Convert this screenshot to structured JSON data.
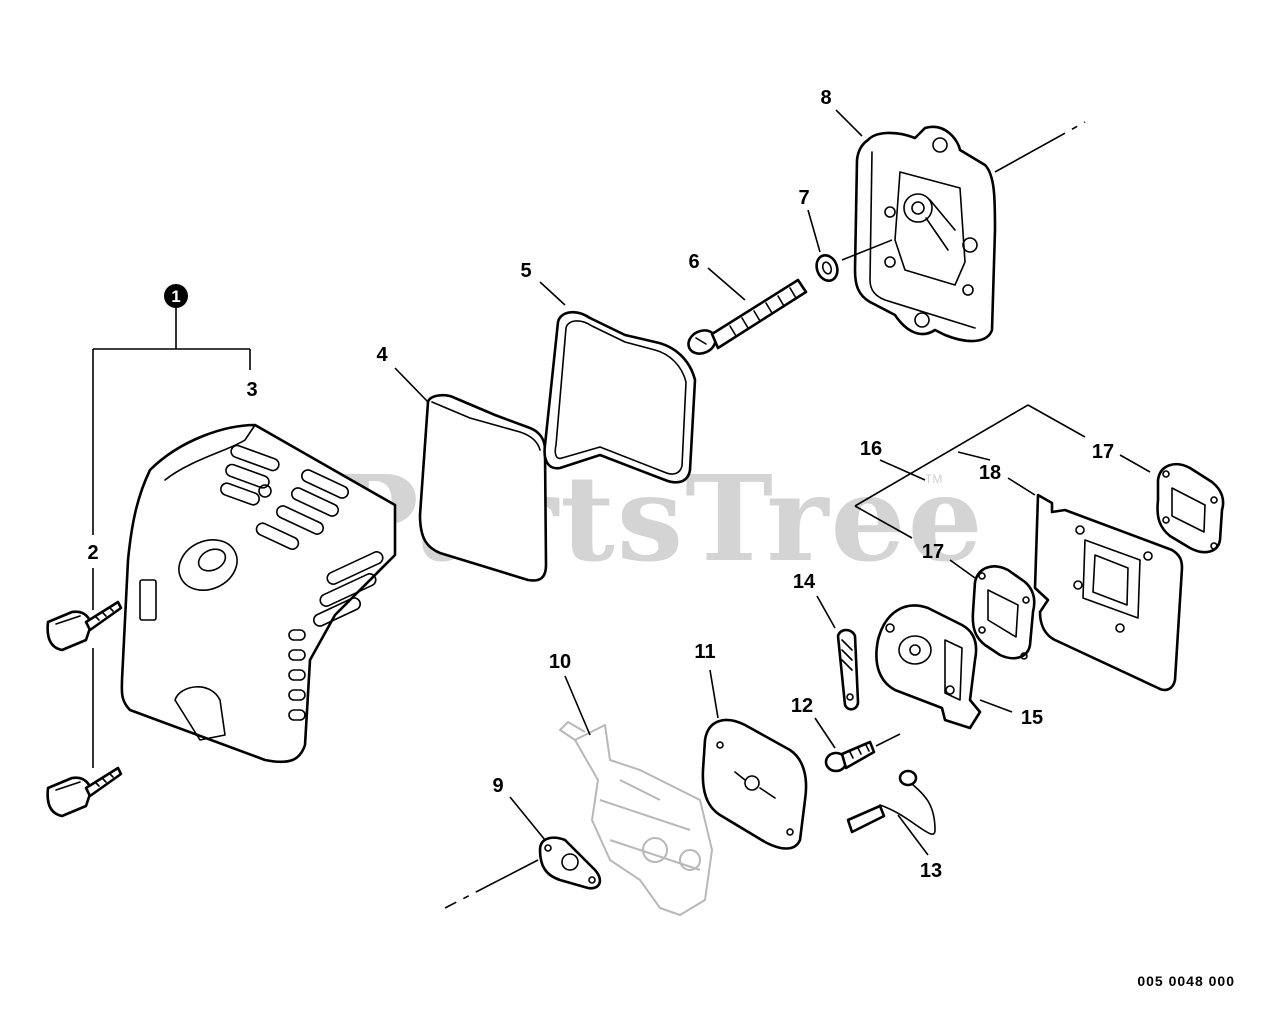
{
  "watermark": {
    "text": "PartsTree",
    "trademark": "TM"
  },
  "diagram_code": "005 0048 000",
  "assembly_callout": "1",
  "callouts": {
    "c2": "2",
    "c3": "3",
    "c4": "4",
    "c5": "5",
    "c6": "6",
    "c7": "7",
    "c8": "8",
    "c9": "9",
    "c10": "10",
    "c11": "11",
    "c12": "12",
    "c13": "13",
    "c14": "14",
    "c15": "15",
    "c16": "16",
    "c17a": "17",
    "c17b": "17",
    "c18": "18"
  },
  "colors": {
    "ink": "#000000",
    "watermark": "#d4d4d4",
    "ghost_part": "#b8b8b8",
    "background": "#ffffff"
  }
}
